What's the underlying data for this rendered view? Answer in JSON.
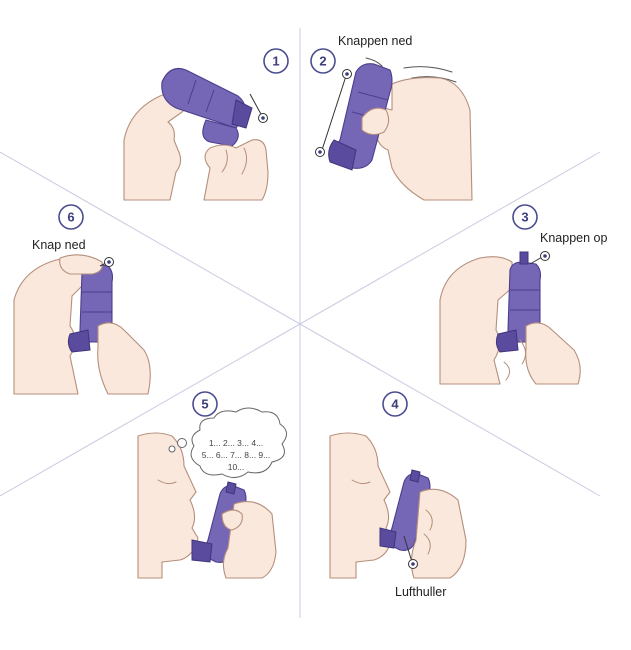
{
  "steps": [
    {
      "number": "1",
      "label": ""
    },
    {
      "number": "2",
      "label": "Knappen ned"
    },
    {
      "number": "3",
      "label": "Knappen op"
    },
    {
      "number": "4",
      "label": "Lufthuller"
    },
    {
      "number": "5",
      "label": "",
      "count": [
        "1... 2... 3... 4...",
        "5... 6... 7... 8... 9...",
        "10..."
      ]
    },
    {
      "number": "6",
      "label": "Knap ned"
    }
  ],
  "colors": {
    "inhaler": "#7666b6",
    "inhaler_dark": "#5a4b9e",
    "skin": "#fae8dc",
    "number_ring": "#4a4d8f",
    "divider": "#c9cbe0"
  }
}
